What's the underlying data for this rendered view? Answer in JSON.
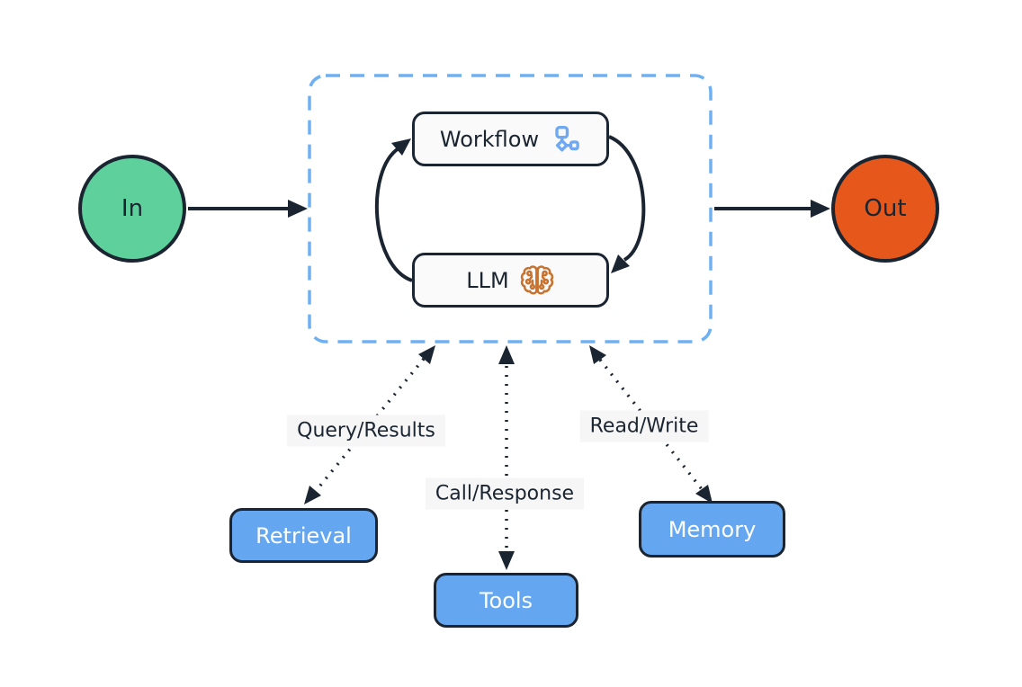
{
  "diagram": {
    "nodes": {
      "input": {
        "label": "In"
      },
      "output": {
        "label": "Out"
      },
      "workflow": {
        "label": "Workflow",
        "icon": "workflow-graph-icon"
      },
      "llm": {
        "label": "LLM",
        "icon": "brain-circuit-icon"
      },
      "retrieval": {
        "label": "Retrieval"
      },
      "tools": {
        "label": "Tools"
      },
      "memory": {
        "label": "Memory"
      }
    },
    "edges": {
      "in_to_agent": {
        "style": "solid-arrow",
        "from": "In",
        "to": "agent-container"
      },
      "agent_to_out": {
        "style": "solid-arrow",
        "from": "agent-container",
        "to": "Out"
      },
      "workflow_llm_cycle": {
        "style": "solid-curved-arrows",
        "between": [
          "Workflow",
          "LLM"
        ]
      },
      "retrieval": {
        "label": "Query/Results",
        "style": "dotted",
        "bidirectional": true
      },
      "tools": {
        "label": "Call/Response",
        "style": "dotted",
        "bidirectional": true
      },
      "memory": {
        "label": "Read/Write",
        "style": "dotted",
        "bidirectional": true
      }
    },
    "colors": {
      "background": "#ffffff",
      "stroke_dark": "#1b2531",
      "input_fill": "#5ed09c",
      "output_fill": "#e5571b",
      "blue_node_fill": "#64a7f0",
      "container_dash_blue": "#6fb0f3",
      "inner_box_fill": "#fafafa",
      "workflow_icon_blue": "#70a9f2",
      "brain_icon_orange": "#c7722e",
      "edge_label_bg": "#f6f6f6",
      "blue_node_text": "#ffffff"
    }
  }
}
